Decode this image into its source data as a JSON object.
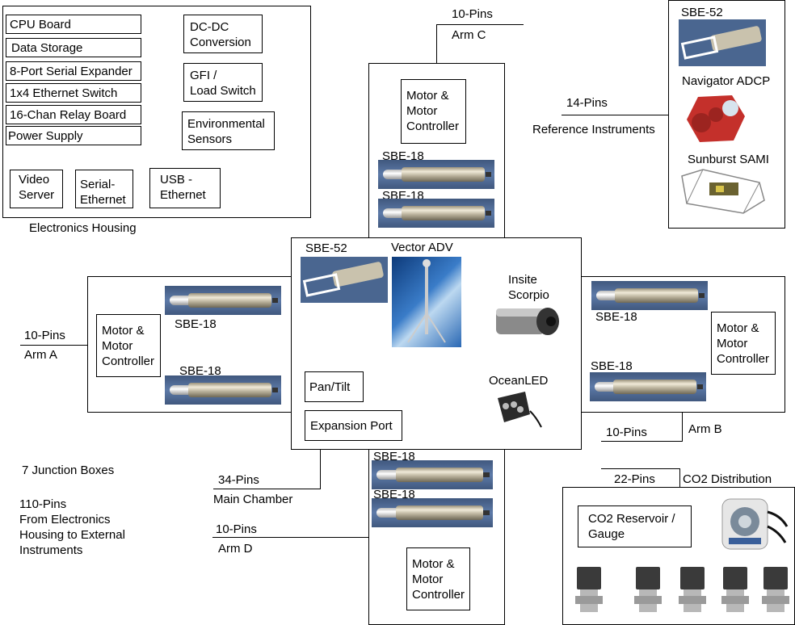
{
  "electronics_housing": {
    "caption": "Electronics Housing",
    "items": [
      "CPU Board",
      "Data Storage",
      "8-Port Serial Expander",
      "1x4 Ethernet Switch",
      "16-Chan Relay Board",
      "Power Supply"
    ],
    "dcdc": "DC-DC\nConversion",
    "gfi": "GFI /\nLoad Switch",
    "env": "Environmental\nSensors",
    "video": "Video\nServer",
    "serial": "Serial-\nEthernet",
    "usb": "USB -\nEthernet"
  },
  "arm_c": {
    "pins": "10-Pins",
    "name": "Arm C",
    "motor": "Motor &\nMotor\nController",
    "sensor1": "SBE-18",
    "sensor2": "SBE-18"
  },
  "reference": {
    "pins": "14-Pins",
    "name": "Reference Instruments",
    "sbe52": "SBE-52",
    "adcp": "Navigator ADCP",
    "sami": "Sunburst SAMI"
  },
  "main_chamber": {
    "sbe52": "SBE-52",
    "vector": "Vector ADV",
    "scorpio": "Insite\nScorpio",
    "pantilt": "Pan/Tilt",
    "oceanled": "OceanLED",
    "expansion": "Expansion Port",
    "pins": "34-Pins",
    "name": "Main Chamber"
  },
  "arm_a": {
    "pins": "10-Pins",
    "name": "Arm A",
    "motor": "Motor &\nMotor\nController",
    "sensor1": "SBE-18",
    "sensor2": "SBE-18"
  },
  "arm_b": {
    "pins": "10-Pins",
    "name": "Arm B",
    "motor": "Motor &\nMotor\nController",
    "sensor1": "SBE-18",
    "sensor2": "SBE-18"
  },
  "arm_d": {
    "pins": "10-Pins",
    "name": "Arm D",
    "motor": "Motor &\nMotor\nController",
    "sensor1": "SBE-18",
    "sensor2": "SBE-18"
  },
  "co2": {
    "pins": "22-Pins",
    "name": "CO2 Distribution",
    "reservoir": "CO2 Reservoir /\nGauge"
  },
  "notes": {
    "junction": "7 Junction Boxes",
    "pins": "110-Pins\nFrom Electronics\nHousing to External\nInstruments"
  },
  "colors": {
    "sensor_bg": "#4a6690",
    "adcp": "#c4302b"
  }
}
